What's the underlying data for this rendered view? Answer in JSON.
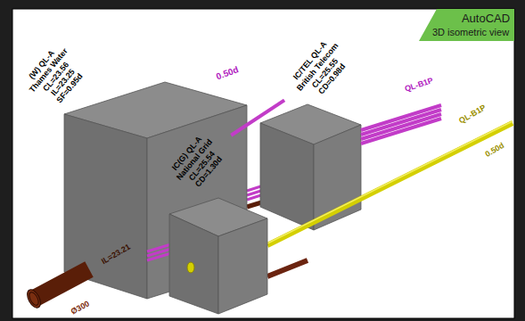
{
  "diagram": {
    "nodes": [
      {
        "text": [
          "IC(G) QL-A",
          "National Grid",
          "CL=25.54",
          "CD=1.30d"
        ]
      },
      {
        "text": [
          "IC/TEL QL-A",
          "British Telecom",
          "CL=25.55",
          "CD=0.98d"
        ]
      }
    ],
    "edges": [
      {
        "from": 0,
        "to": 1,
        "arrow": "none"
      }
    ],
    "labels": [
      "AutoCAD",
      "3D isometric view",
      "(W) QL-A",
      "Thames Water",
      "CL=23.56",
      "IL=23.25",
      "SF=0.95d",
      "0.50d",
      "QL-B1P",
      "QL-B1P",
      "0.50d",
      "Ø300",
      "IL=23.21"
    ]
  }
}
